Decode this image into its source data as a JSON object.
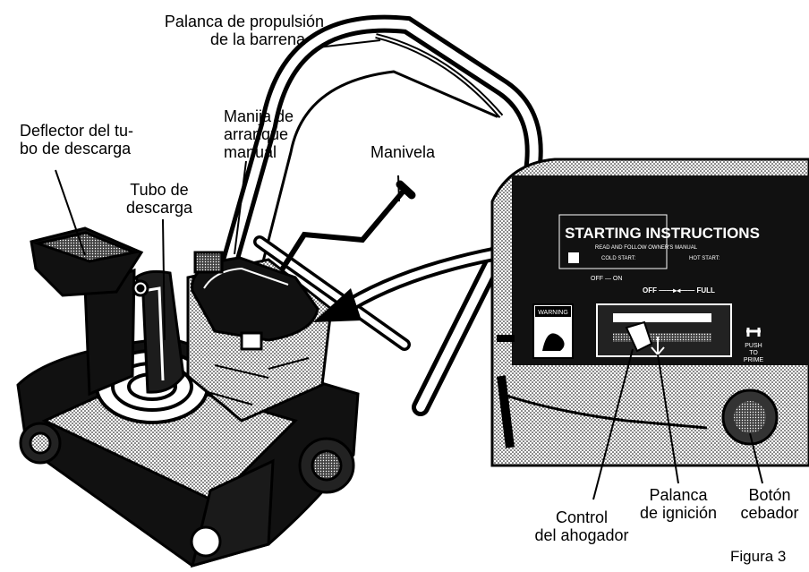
{
  "labels": {
    "auger_lever": [
      "Palanca de propulsión",
      "de la barrena"
    ],
    "chute_deflector": [
      "Deflector del tu-",
      "bo de descarga"
    ],
    "recoil_handle": [
      "Manija de",
      "arranque",
      "manual"
    ],
    "crank": [
      "Manivela"
    ],
    "chute": [
      "Tubo de",
      "descarga"
    ],
    "choke": [
      "Control",
      "del ahogador"
    ],
    "ignition_lever": [
      "Palanca",
      "de ignición"
    ],
    "primer": [
      "Botón",
      "cebador"
    ]
  },
  "panel": {
    "title": "STARTING INSTRUCTIONS",
    "subtitle": "READ AND FOLLOW OWNER'S MANUAL",
    "cold_start": "COLD START:",
    "hot_start": "HOT START:",
    "off_on": "OFF — ON",
    "off_full": "OFF ——▸◂—— FULL",
    "warning": "WARNING",
    "push": "PUSH",
    "to": "TO",
    "prime": "PRIME"
  },
  "figure": "Figura 3"
}
